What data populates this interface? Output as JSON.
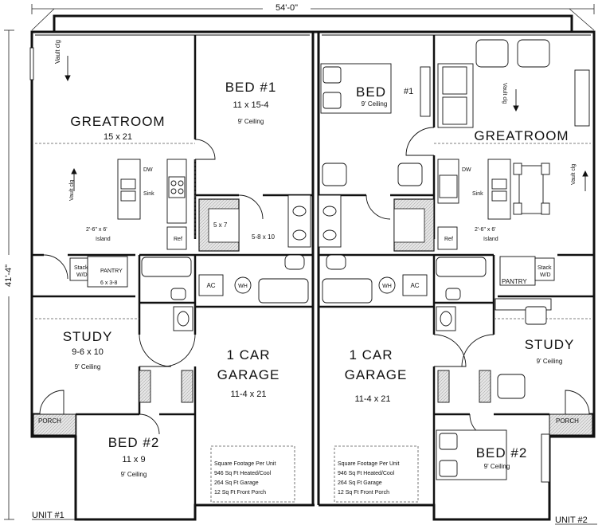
{
  "dimensions": {
    "width": "54'-0\"",
    "depth": "41'-4\""
  },
  "units": {
    "left": "UNIT #1",
    "right": "UNIT #2"
  },
  "unit1": {
    "greatroom": {
      "name": "GREATROOM",
      "size": "15 x 21",
      "vault": "Vault clg"
    },
    "bed1": {
      "name": "BED #1",
      "size": "11 x 15-4",
      "ceiling": "9' Ceiling"
    },
    "kitchen": {
      "dw": "DW",
      "sink": "Sink",
      "ref": "Ref",
      "island_size": "2'-6\" x 6'",
      "island": "Island",
      "vault": "Vault clg"
    },
    "closet": {
      "size": "5 x 7"
    },
    "bath": {
      "size": "5-8 x 10"
    },
    "pantry": {
      "name": "PANTRY",
      "size": "6 x 3-8",
      "stack": "Stack",
      "wd": "W/D"
    },
    "ac": "AC",
    "wh": "WH",
    "study": {
      "name": "STUDY",
      "size": "9-6 x 10",
      "ceiling": "9' Ceiling"
    },
    "garage": {
      "name1": "1 CAR",
      "name2": "GARAGE",
      "size": "11-4 x 21"
    },
    "porch": "PORCH",
    "bed2": {
      "name": "BED #2",
      "size": "11 x 9",
      "ceiling": "9' Ceiling"
    }
  },
  "unit2": {
    "greatroom": {
      "name": "GREATROOM",
      "vault": "Vault clg"
    },
    "bed1": {
      "name": "BED",
      "num": "#1",
      "ceiling": "9' Ceiling"
    },
    "kitchen": {
      "dw": "DW",
      "sink": "Sink",
      "ref": "Ref",
      "island_size": "2'-6\" x 6'",
      "island": "Island",
      "vault": "Vault clg"
    },
    "pantry": {
      "name": "PANTRY",
      "stack": "Stack",
      "wd": "W/D"
    },
    "ac": "AC",
    "wh": "WH",
    "study": {
      "name": "STUDY",
      "ceiling": "9' Ceiling"
    },
    "garage": {
      "name1": "1 CAR",
      "name2": "GARAGE",
      "size": "11-4 x 21"
    },
    "porch": "PORCH",
    "bed2": {
      "name": "BED #2",
      "ceiling": "9' Ceiling"
    }
  },
  "footage": {
    "title": "Square Footage Per Unit",
    "heated": "946 Sq Ft Heated/Cool",
    "garage": "264 Sq Ft Garage",
    "porch": "12 Sq Ft Front Porch"
  }
}
